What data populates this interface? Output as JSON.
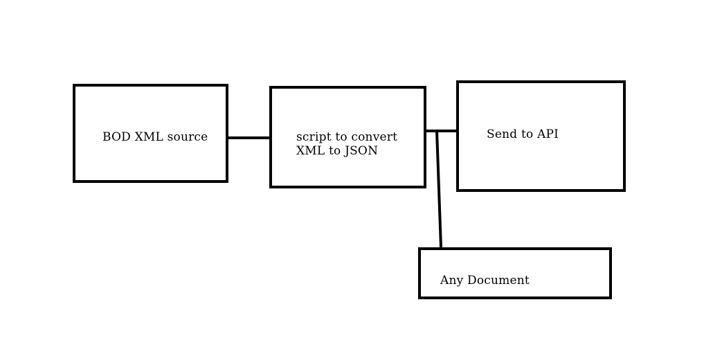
{
  "diagram": {
    "nodes": {
      "source": {
        "label": "BOD XML source"
      },
      "script": {
        "label_line1": "script to convert",
        "label_line2": "XML to JSON"
      },
      "api": {
        "label": "Send to API"
      },
      "document": {
        "label": "Any Document"
      }
    },
    "edges": [
      {
        "from": "source",
        "to": "script"
      },
      {
        "from": "script",
        "to": "api"
      },
      {
        "from": "script",
        "to": "document"
      }
    ],
    "colors": {
      "stroke": "#000000",
      "background": "#ffffff"
    }
  }
}
